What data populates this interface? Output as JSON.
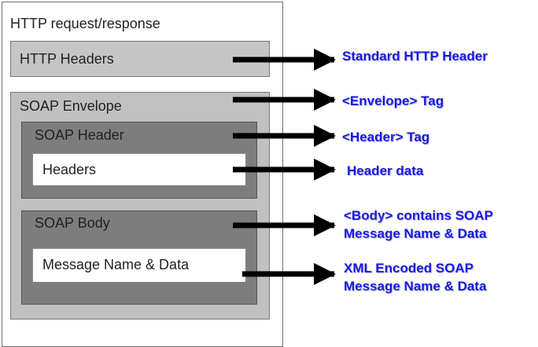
{
  "colors": {
    "outer_fill": "#ffffff",
    "light_gray": "#c6c6c6",
    "envelope_gray": "#c0c0c0",
    "dark_gray": "#7d7d7d",
    "border": "#6e6e6e",
    "label_blue": "#1a1adf",
    "arrow": "#000000"
  },
  "diagram": {
    "outer_title": "HTTP request/response",
    "http_headers": "HTTP Headers",
    "soap_envelope": "SOAP Envelope",
    "soap_header": "SOAP Header",
    "headers": "Headers",
    "soap_body": "SOAP Body",
    "message_name_data": "Message Name & Data"
  },
  "annotations": {
    "standard_http_header": "Standard HTTP Header",
    "envelope_tag": "<Envelope> Tag",
    "header_tag": "<Header> Tag",
    "header_data": "Header data",
    "body_line1": "<Body> contains SOAP",
    "body_line2": "Message Name & Data",
    "xml_line1": "XML Encoded SOAP",
    "xml_line2": "Message Name & Data"
  }
}
